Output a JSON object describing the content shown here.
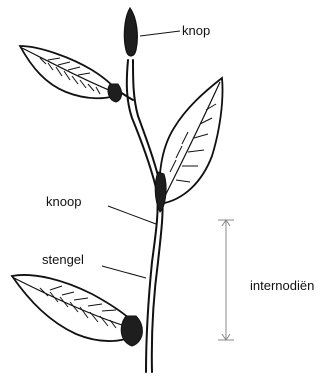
{
  "labels": {
    "bud_top": "knop",
    "node": "knoop",
    "stem": "stengel",
    "internode": "internodiën"
  },
  "colors": {
    "ink": "#111111",
    "leaf_fill": "#ffffff",
    "bud_fill": "#1e1e1e",
    "guide_line": "#888888"
  }
}
